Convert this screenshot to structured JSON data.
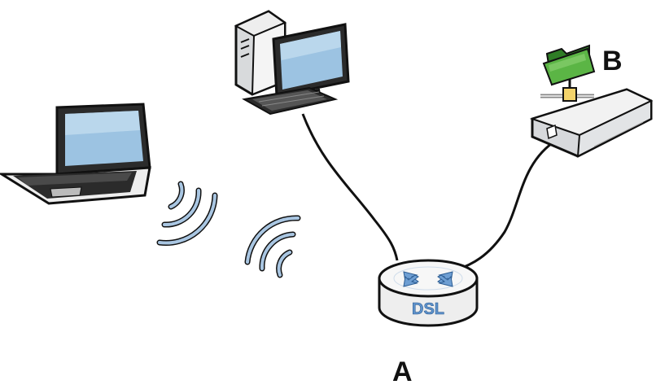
{
  "labels": {
    "router_text": "DSL",
    "router_callout": "A",
    "storage_callout": "B"
  },
  "colors": {
    "outline": "#111111",
    "screen": "#9cc3e2",
    "screen_light": "#c7dff1",
    "body_light": "#f2f2f2",
    "body_mid": "#d7d9dc",
    "folder_green": "#5bb545",
    "folder_dark": "#2f7d26",
    "wave": "#a9c6e2",
    "cable": "#111111"
  },
  "icons": [
    "laptop-icon",
    "desktop-computer-icon",
    "wireless-signal-icon",
    "dsl-router-icon",
    "network-storage-icon",
    "shared-folder-icon"
  ]
}
